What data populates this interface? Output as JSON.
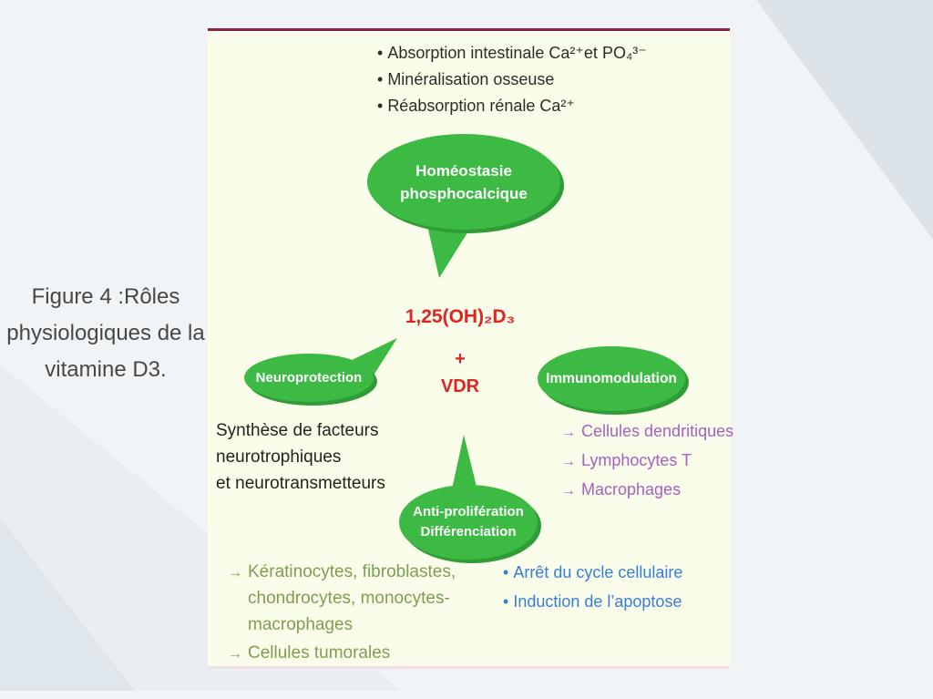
{
  "colors": {
    "page_bg": "#f0f4f7",
    "band_top_right": "#dce4ea",
    "band_bottom_left_light": "#e9eef2",
    "band_bottom_left_dark": "#dfe7ec",
    "panel_bg": "#fafde9",
    "panel_top_rule": "#8a2440",
    "bubble_green": "#3cba44",
    "bubble_shadow_green": "#2f9c38",
    "accent_red": "#e02421",
    "accent_purple": "#a75fc2",
    "accent_blue": "#3a7ed2",
    "accent_olive": "#7d9e52",
    "body_text": "#2d2d28",
    "caption_text": "#474747"
  },
  "glyphs": {
    "bullet": "•",
    "arrow": "→"
  },
  "caption": {
    "line1": "Figure 4 :Rôles",
    "line2": "physiologiques de la",
    "line3": "vitamine D3."
  },
  "top_effects": {
    "items": [
      "Absorption intestinale Ca²⁺et PO₄³⁻",
      "Minéralisation osseuse",
      "Réabsorption rénale Ca²⁺"
    ]
  },
  "bubbles": {
    "homeostasis": {
      "line1": "Homéostasie",
      "line2": "phosphocalcique"
    },
    "neuroprotection": {
      "label": "Neuroprotection"
    },
    "immunomodulation": {
      "label": "Immunomodulation"
    },
    "antiproliferation": {
      "line1": "Anti-prolifération",
      "line2": "Différenciation"
    }
  },
  "center": {
    "ligand": "1,25(OH)₂D₃",
    "plus": "+",
    "receptor": "VDR"
  },
  "neuro_effects": {
    "line1": "Synthèse de facteurs",
    "line2": "neurotrophiques",
    "line3": "et neurotransmetteurs"
  },
  "immune_targets": {
    "items": [
      "Cellules dendritiques",
      "Lymphocytes T",
      "Macrophages"
    ]
  },
  "proliferation_targets": {
    "item1_line1": "Kératinocytes, fibroblastes,",
    "item1_line2": "chondrocytes, monocytes-",
    "item1_line3": "macrophages",
    "item2": "Cellules tumorales"
  },
  "cell_cycle_effects": {
    "items": [
      "Arrêt du cycle cellulaire",
      "Induction de l’apoptose"
    ]
  }
}
